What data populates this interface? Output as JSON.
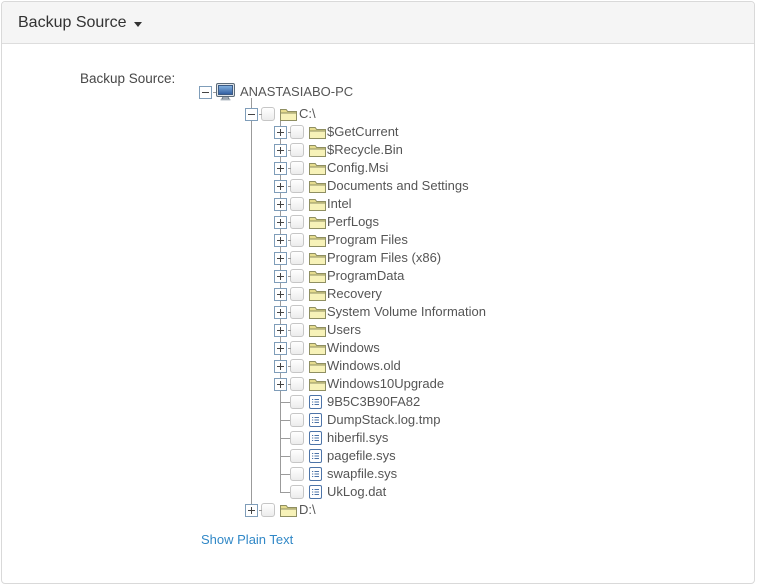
{
  "header": {
    "title": "Backup Source",
    "caret_icon": "caret-down"
  },
  "form": {
    "label": "Backup Source:"
  },
  "tree": {
    "root": {
      "label": "ANASTASIABO-PC",
      "icon": "computer",
      "expander": "minus",
      "checkbox": false,
      "checked": false,
      "children": [
        {
          "label": "C:\\",
          "icon": "folder",
          "expander": "minus",
          "checkbox": true,
          "checked": false,
          "children": [
            {
              "label": "$GetCurrent",
              "icon": "folder",
              "expander": "plus",
              "checkbox": true,
              "checked": false
            },
            {
              "label": "$Recycle.Bin",
              "icon": "folder",
              "expander": "plus",
              "checkbox": true,
              "checked": false
            },
            {
              "label": "Config.Msi",
              "icon": "folder",
              "expander": "plus",
              "checkbox": true,
              "checked": false
            },
            {
              "label": "Documents and Settings",
              "icon": "folder",
              "expander": "plus",
              "checkbox": true,
              "checked": false
            },
            {
              "label": "Intel",
              "icon": "folder",
              "expander": "plus",
              "checkbox": true,
              "checked": false
            },
            {
              "label": "PerfLogs",
              "icon": "folder",
              "expander": "plus",
              "checkbox": true,
              "checked": false
            },
            {
              "label": "Program Files",
              "icon": "folder",
              "expander": "plus",
              "checkbox": true,
              "checked": false
            },
            {
              "label": "Program Files (x86)",
              "icon": "folder",
              "expander": "plus",
              "checkbox": true,
              "checked": false
            },
            {
              "label": "ProgramData",
              "icon": "folder",
              "expander": "plus",
              "checkbox": true,
              "checked": false
            },
            {
              "label": "Recovery",
              "icon": "folder",
              "expander": "plus",
              "checkbox": true,
              "checked": false
            },
            {
              "label": "System Volume Information",
              "icon": "folder",
              "expander": "plus",
              "checkbox": true,
              "checked": false
            },
            {
              "label": "Users",
              "icon": "folder",
              "expander": "plus",
              "checkbox": true,
              "checked": false
            },
            {
              "label": "Windows",
              "icon": "folder",
              "expander": "plus",
              "checkbox": true,
              "checked": false
            },
            {
              "label": "Windows.old",
              "icon": "folder",
              "expander": "plus",
              "checkbox": true,
              "checked": false
            },
            {
              "label": "Windows10Upgrade",
              "icon": "folder",
              "expander": "plus",
              "checkbox": true,
              "checked": false
            },
            {
              "label": "9B5C3B90FA82",
              "icon": "file",
              "expander": null,
              "checkbox": true,
              "checked": false
            },
            {
              "label": "DumpStack.log.tmp",
              "icon": "file",
              "expander": null,
              "checkbox": true,
              "checked": false
            },
            {
              "label": "hiberfil.sys",
              "icon": "file",
              "expander": null,
              "checkbox": true,
              "checked": false
            },
            {
              "label": "pagefile.sys",
              "icon": "file",
              "expander": null,
              "checkbox": true,
              "checked": false
            },
            {
              "label": "swapfile.sys",
              "icon": "file",
              "expander": null,
              "checkbox": true,
              "checked": false
            },
            {
              "label": "UkLog.dat",
              "icon": "file",
              "expander": null,
              "checkbox": true,
              "checked": false
            }
          ]
        },
        {
          "label": "D:\\",
          "icon": "folder",
          "expander": "plus",
          "checkbox": true,
          "checked": false,
          "children": []
        }
      ]
    }
  },
  "footer": {
    "link_label": "Show Plain Text"
  },
  "colors": {
    "link": "#3188c7",
    "header_bg": "#f5f5f5",
    "panel_border": "#d9d9d9",
    "tree_text": "#555555",
    "connector": "#9b9b9b",
    "expander_border": "#7f9db9",
    "folder_fill": "#f7f2b8",
    "file_outline": "#4d74a8"
  }
}
